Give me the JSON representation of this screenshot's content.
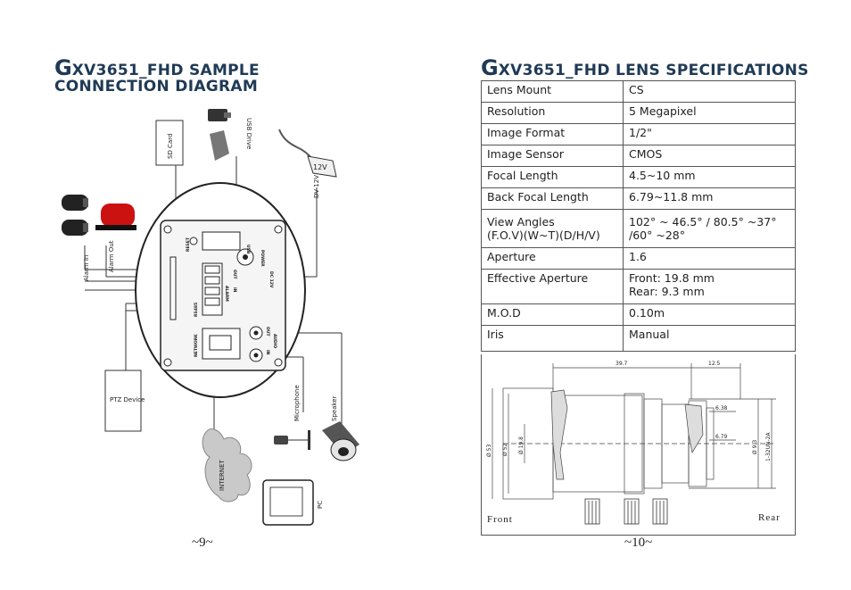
{
  "left_page": {
    "title_cap": "G",
    "title_rest_line1": "XV3651_FHD SAMPLE",
    "title_line2": "CONNECTION DIAGRAM",
    "page_number": "~9~",
    "labels": {
      "sd_card": "SD Card",
      "usb_drive": "USB Drive",
      "dc12v": "DV 12V",
      "adapter": "12V",
      "alarm_in": "Alarm In",
      "alarm_out": "Alarm Out",
      "ptz_device": "PTZ Device",
      "internet": "INTERNET",
      "microphone": "Microphone",
      "speaker": "Speaker",
      "pc": "PC",
      "board_reset": "RESET",
      "board_usb": "USB",
      "board_power": "POWER",
      "board_dc12v": "DC 12V",
      "board_alarm": "ALARM",
      "board_out": "OUT",
      "board_in": "IN",
      "board_rs485": "RS485",
      "board_network": "NETWORK",
      "board_audio_out": "OUT",
      "board_audio_in": "IN",
      "board_audio": "AUDIO"
    }
  },
  "right_page": {
    "title_cap": "G",
    "title_rest": "XV3651_FHD LENS SPECIFICATIONS",
    "page_number": "~10~",
    "specs": [
      {
        "key": "Lens Mount",
        "value": "CS"
      },
      {
        "key": "Resolution",
        "value": "5 Megapixel"
      },
      {
        "key": "Image Format",
        "value": "1/2\""
      },
      {
        "key": "Image Sensor",
        "value": "CMOS"
      },
      {
        "key": "Focal Length",
        "value": "4.5~10 mm"
      },
      {
        "key": "Back Focal Length",
        "value": "6.79~11.8 mm"
      },
      {
        "key": "View Angles",
        "key2": "(F.O.V)(W~T)(D/H/V)",
        "value": "102°  ~ 46.5°  / 80.5°  ~37°",
        "value2": "/60°  ~28°"
      },
      {
        "key": "Aperture",
        "value": "1.6"
      },
      {
        "key": "Effective Aperture",
        "value": "Front: 19.8 mm",
        "value2": "Rear:  9.3 mm"
      },
      {
        "key": "M.O.D",
        "value": "0.10m"
      },
      {
        "key": "Iris",
        "value": "Manual"
      }
    ],
    "lens_drawing": {
      "dim_length": "39.7",
      "dim_rear": "12.5",
      "dim_dia_outer": "Ø 53",
      "dim_dia_body": "Ø 52",
      "dim_dia_front": "Ø 19.8",
      "dim_6_38": "6.38",
      "dim_6_79": "6.79",
      "dim_dia_rear": "Ø 9.3",
      "dim_thread": "1-32UN-2A",
      "front_label": "Front",
      "rear_label": "Rear"
    }
  }
}
